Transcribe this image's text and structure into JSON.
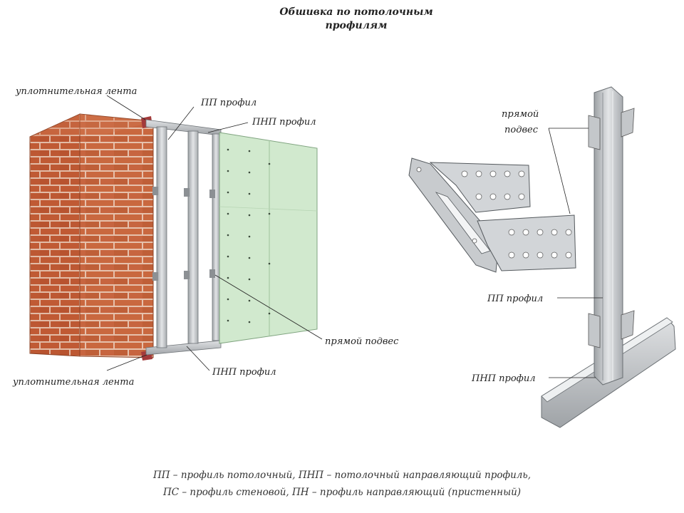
{
  "title": {
    "line1": "Обшивка по потолочным",
    "line2": "профилям"
  },
  "labels": {
    "tape_top": "уплотнительная лента",
    "pp_left": "ПП  профил",
    "pnp_top": "ПНП  профил",
    "hanger_left": "прямой подвес",
    "tape_bottom": "уплотнительная лента",
    "pnp_bottom": "ПНП  профил",
    "hanger_right_1": "прямой",
    "hanger_right_2": "подвес",
    "pp_right": "ПП  профил",
    "pnp_right": "ПНП  профил"
  },
  "caption": {
    "line1": "ПП – профиль потолочный, ПНП – потолочный направляющий профиль,",
    "line2": "ПС – профиль стеновой, ПН – профиль направляющий (пристенный)"
  },
  "colors": {
    "brick": "#c9683f",
    "mortar": "#e8c6b2",
    "drywall": "#cfe8cc",
    "metal": "#c6c9cc",
    "tape": "#a33a3a"
  }
}
